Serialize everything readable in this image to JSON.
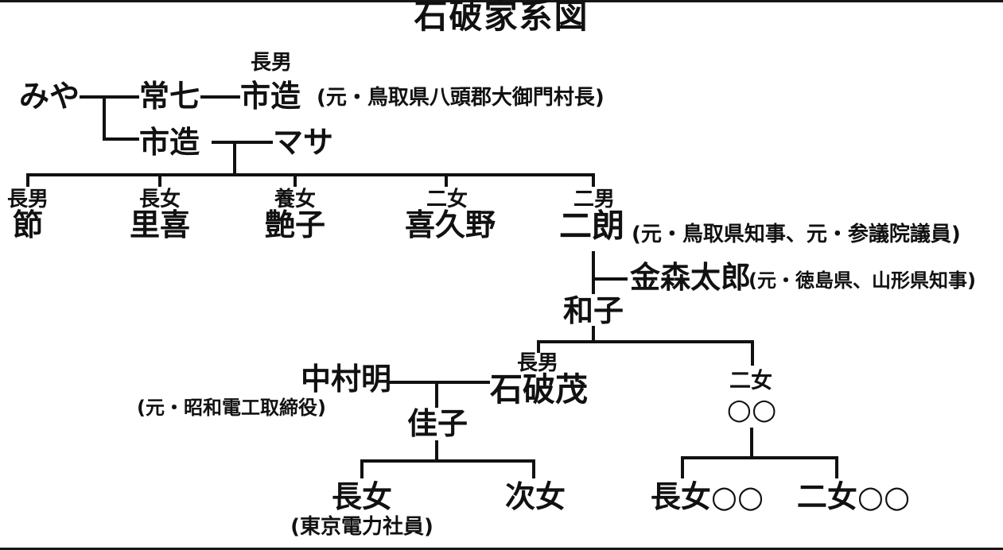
{
  "title": "石破家系図",
  "tree": {
    "gen1": {
      "miya": {
        "name": "みや"
      },
      "tsuneshichi": {
        "name": "常七"
      },
      "ichizo_elder": {
        "relation": "長男",
        "name": "市造",
        "note": "(元・鳥取県八頭郡大御門村長)"
      },
      "ichizo": {
        "name": "市造"
      },
      "masa": {
        "name": "マサ"
      }
    },
    "gen2": {
      "setsu": {
        "relation": "長男",
        "name": "節"
      },
      "riki": {
        "relation": "長女",
        "name": "里喜"
      },
      "tsuyako": {
        "relation": "養女",
        "name": "艶子"
      },
      "kikuno": {
        "relation": "二女",
        "name": "喜久野"
      },
      "jiro": {
        "relation": "二男",
        "name": "二朗",
        "note": "(元・鳥取県知事、元・参議院議員)"
      }
    },
    "spouse_branch": {
      "kanamori_taro": {
        "name": "金森太郎",
        "note": "(元・徳島県、山形県知事)"
      },
      "kazuko": {
        "name": "和子"
      }
    },
    "gen3": {
      "nakamura_akira": {
        "name": "中村明",
        "note": "(元・昭和電工取締役)"
      },
      "yoshiko": {
        "name": "佳子"
      },
      "shigeru": {
        "relation": "長男",
        "name": "石破茂"
      },
      "second_daughter": {
        "relation": "二女",
        "name": "○○"
      }
    },
    "gen4": {
      "shigeru_chojo": {
        "name": "長女",
        "note": "(東京電力社員)"
      },
      "shigeru_jijo": {
        "name": "次女"
      },
      "nijo_chojo": {
        "name": "長女○○"
      },
      "nijo_nijo": {
        "name": "二女○○"
      }
    }
  },
  "colors": {
    "line": "#111111",
    "background": "#ffffff"
  }
}
